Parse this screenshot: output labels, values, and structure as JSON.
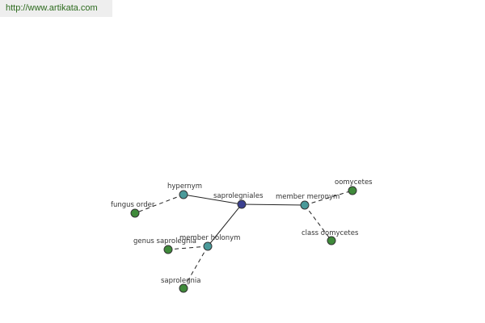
{
  "banner": {
    "url_text": "http://www.artikata.com"
  },
  "graph": {
    "colors": {
      "center_node": "#3a3f8f",
      "relation_node": "#4a9a9a",
      "leaf_node": "#3f8a3a",
      "edge": "#222222",
      "url_text": "#2d6b1e"
    },
    "nodes": [
      {
        "id": "saprolegniales",
        "label": "saprolegniales",
        "kind": "center"
      },
      {
        "id": "hypernym",
        "label": "hypernym",
        "kind": "relation"
      },
      {
        "id": "member-meronym",
        "label": "member meronym",
        "kind": "relation"
      },
      {
        "id": "member-holonym",
        "label": "member holonym",
        "kind": "relation"
      },
      {
        "id": "fungus-order",
        "label": "fungus order",
        "kind": "leaf"
      },
      {
        "id": "oomycetes",
        "label": "oomycetes",
        "kind": "leaf"
      },
      {
        "id": "class-oomycetes",
        "label": "class oomycetes",
        "kind": "leaf"
      },
      {
        "id": "genus-saprolegnia",
        "label": "genus saprolegnia",
        "kind": "leaf"
      },
      {
        "id": "saprolegnia",
        "label": "saprolegnia",
        "kind": "leaf"
      }
    ],
    "edges": [
      {
        "from": "saprolegniales",
        "to": "hypernym",
        "style": "solid"
      },
      {
        "from": "saprolegniales",
        "to": "member-meronym",
        "style": "solid"
      },
      {
        "from": "saprolegniales",
        "to": "member-holonym",
        "style": "solid"
      },
      {
        "from": "hypernym",
        "to": "fungus-order",
        "style": "dashed"
      },
      {
        "from": "member-meronym",
        "to": "oomycetes",
        "style": "dashed"
      },
      {
        "from": "member-meronym",
        "to": "class-oomycetes",
        "style": "dashed"
      },
      {
        "from": "member-holonym",
        "to": "genus-saprolegnia",
        "style": "dashed"
      },
      {
        "from": "member-holonym",
        "to": "saprolegnia",
        "style": "dashed"
      }
    ]
  }
}
